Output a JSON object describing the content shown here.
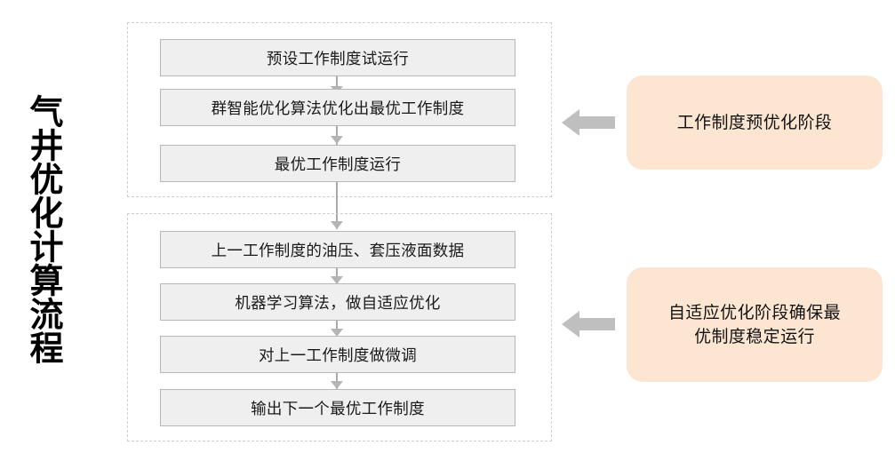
{
  "title": {
    "vertical_label": "气井优化计算流程"
  },
  "stages": [
    {
      "id": "pre-optimization",
      "steps": [
        {
          "label": "预设工作制度试运行"
        },
        {
          "label": "群智能优化算法优化出最优工作制度"
        },
        {
          "label": "最优工作制度运行"
        }
      ],
      "note": {
        "lines": [
          "工作制度预优化阶段"
        ],
        "arrow_icon": "left-block-arrow-icon"
      }
    },
    {
      "id": "adaptive-optimization",
      "steps": [
        {
          "label": "上一工作制度的油压、套压液面数据"
        },
        {
          "label": "机器学习算法，做自适应优化"
        },
        {
          "label": "对上一工作制度做微调"
        },
        {
          "label": "输出下一个最优工作制度"
        }
      ],
      "note": {
        "lines": [
          "自适应优化阶段确保最",
          "优制度稳定运行"
        ],
        "arrow_icon": "left-block-arrow-icon"
      }
    }
  ],
  "colors": {
    "process_fill": "#efefef",
    "process_border": "#b7b7b7",
    "group_border": "#cfcfcf",
    "connector": "#b4b4b4",
    "note_fill": "#fce6d2",
    "block_arrow": "#bfbfbf",
    "text": "#1a1a1a"
  }
}
